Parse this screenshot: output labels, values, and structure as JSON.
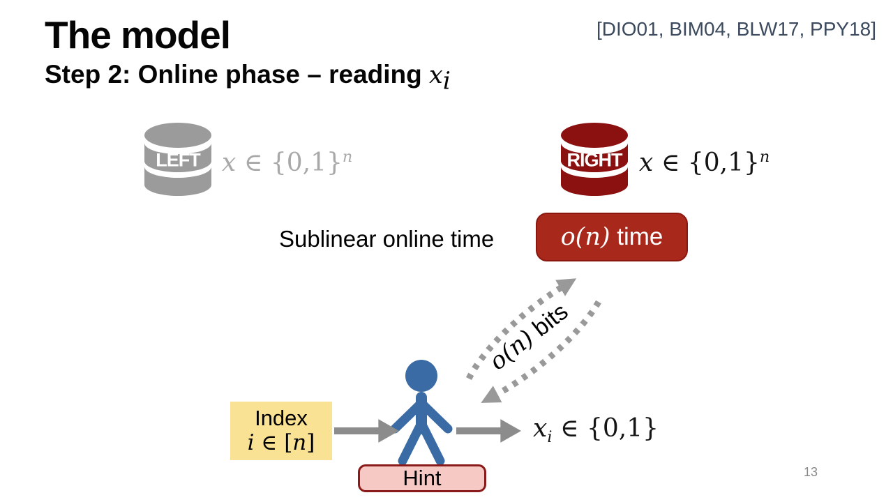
{
  "slide": {
    "title": "The model",
    "subtitle": {
      "prefix": "Step 2: Online phase – reading ",
      "var": "x",
      "sub": "i"
    },
    "citation": "[DIO01, BIM04, BLW17, PPY18]",
    "page_number": "13"
  },
  "left_db": {
    "label": "LEFT",
    "math": {
      "var": "x",
      "mid": " ∈ {0,1}",
      "sup": "n"
    }
  },
  "right_db": {
    "label": "RIGHT",
    "math": {
      "var": "x",
      "mid": " ∈ {0,1}",
      "sup": "n"
    }
  },
  "online_time": {
    "caption": "Sublinear online time",
    "box_math": "o(n)",
    "box_suffix": " time"
  },
  "transfer": {
    "math": "o(n)",
    "suffix": " bits"
  },
  "index_box": {
    "title": "Index",
    "math": {
      "var": "i",
      "mid": " ∈ [",
      "var2": "n",
      "close": "]"
    }
  },
  "output": {
    "var": "x",
    "sub": "i",
    "rest": " ∈ {0,1}"
  },
  "hint": {
    "label": "Hint"
  },
  "colors": {
    "db_gray": "#9b9b9b",
    "db_maroon": "#8b1111",
    "box_red": "#a9281c",
    "arrow_gray": "#8c8c8c",
    "dotted_gray": "#999999",
    "math_gray": "#a8a8a8",
    "index_yellow": "#fae294",
    "hint_pink": "#f7c9c5",
    "hint_border": "#8b1a1a",
    "person_blue": "#3a6ba5",
    "citation_color": "#3c4a5e"
  }
}
